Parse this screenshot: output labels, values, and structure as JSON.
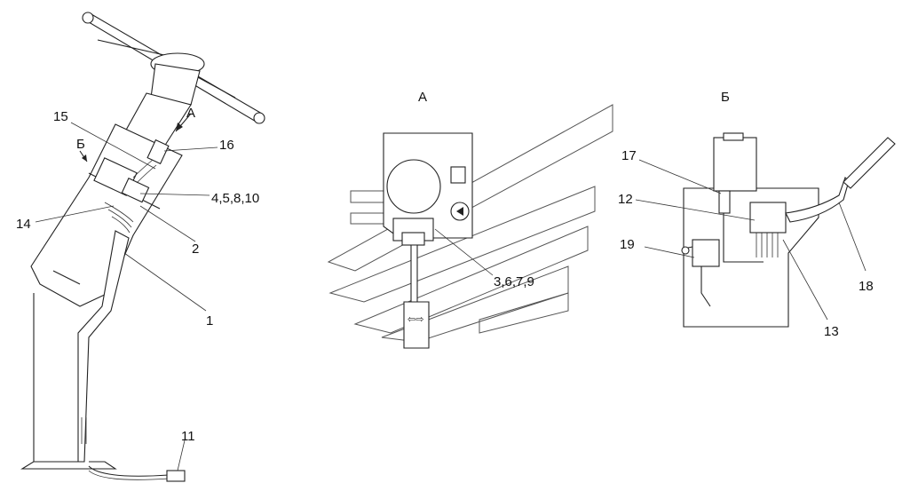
{
  "views": {
    "main": {
      "callout_a": "А",
      "callout_b": "Б"
    },
    "view_a": {
      "title": "А"
    },
    "view_b": {
      "title": "Б"
    }
  },
  "callouts": {
    "c15": "15",
    "c16": "16",
    "c4": "4,5,8,10",
    "c14": "14",
    "c2": "2",
    "c1": "1",
    "c11": "11",
    "c3": "3,6,7,9",
    "c17": "17",
    "c12": "12",
    "c19": "19",
    "c18": "18",
    "c13": "13"
  },
  "colors": {
    "line": "#222222",
    "background": "#ffffff"
  }
}
